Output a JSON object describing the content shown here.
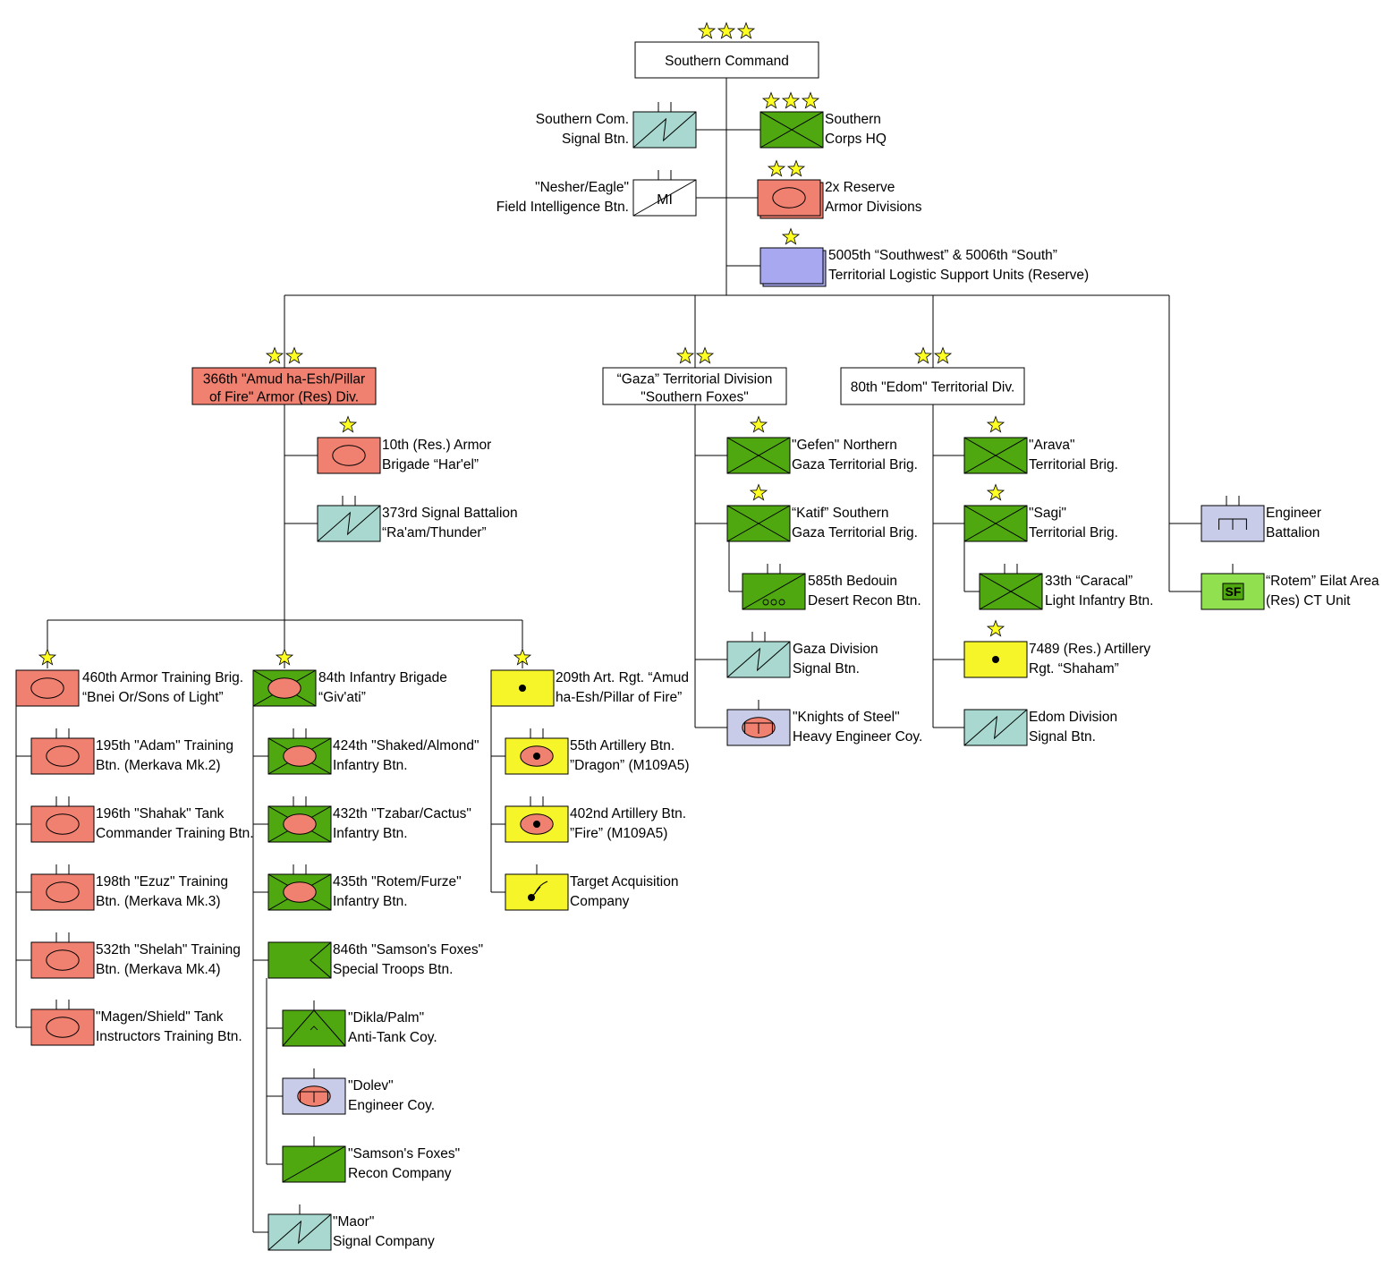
{
  "colors": {
    "armor": "#f08070",
    "infantry": "#4fa80f",
    "signal": "#a8d8cf",
    "artillery": "#f5f52a",
    "logistics": "#a8a8f0",
    "engineer": "#c8cce8",
    "special_forces": "#90e050",
    "star": "#ffff22",
    "line": "#000000"
  },
  "command": {
    "title": "Southern Command",
    "stars": 3
  },
  "hq_units": {
    "signal": {
      "line1": "Southern Com.",
      "line2": "Signal Btn."
    },
    "corps": {
      "line1": "Southern",
      "line2": "Corps HQ",
      "stars": 3
    },
    "intel": {
      "line1": "\"Nesher/Eagle\"",
      "line2": "Field Intelligence Btn.",
      "symbol": "MI"
    },
    "reserve": {
      "line1": "2x Reserve",
      "line2": "Armor Divisions",
      "stars": 2
    },
    "logistics": {
      "line1": "5005th “Southwest” & 5006th “South”",
      "line2": "Territorial Logistic Support Units (Reserve)",
      "stars": 1
    }
  },
  "div366": {
    "line1": "366th \"Amud ha-Esh/Pillar",
    "line2": "of Fire\" Armor (Res) Div.",
    "stars": 2,
    "units": [
      {
        "line1": "10th (Res.) Armor",
        "line2": "Brigade “Har'el”"
      },
      {
        "line1": "373rd Signal Battalion",
        "line2": "“Ra'am/Thunder”"
      }
    ],
    "brig460": {
      "line1": "460th Armor Training Brig.",
      "line2": "“Bnei Or/Sons of Light”",
      "units": [
        {
          "line1": "195th \"Adam\" Training",
          "line2": "Btn. (Merkava Mk.2)"
        },
        {
          "line1": "196th \"Shahak\" Tank",
          "line2": "Commander Training Btn."
        },
        {
          "line1": "198th \"Ezuz\" Training",
          "line2": "Btn. (Merkava Mk.3)"
        },
        {
          "line1": "532th \"Shelah\" Training",
          "line2": "Btn. (Merkava Mk.4)"
        },
        {
          "line1": "\"Magen/Shield\" Tank",
          "line2": "Instructors Training Btn."
        }
      ]
    },
    "brig84": {
      "line1": "84th Infantry Brigade",
      "line2": "“Giv'ati”",
      "units": [
        {
          "line1": "424th \"Shaked/Almond\"",
          "line2": "Infantry Btn."
        },
        {
          "line1": "432th \"Tzabar/Cactus\"",
          "line2": "Infantry Btn."
        },
        {
          "line1": "435th \"Rotem/Furze\"",
          "line2": "Infantry Btn."
        },
        {
          "line1": "846th \"Samson's Foxes\"",
          "line2": "Special Troops Btn."
        }
      ],
      "subunits": [
        {
          "line1": "\"Dikla/Palm\"",
          "line2": "Anti-Tank Coy."
        },
        {
          "line1": "\"Dolev\"",
          "line2": "Engineer Coy."
        },
        {
          "line1": "\"Samson's Foxes\"",
          "line2": "Recon Company"
        }
      ],
      "signal": {
        "line1": "\"Maor\"",
        "line2": "Signal Company"
      }
    },
    "rgt209": {
      "line1": "209th Art. Rgt. “Amud",
      "line2": "ha-Esh/Pillar of Fire”",
      "units": [
        {
          "line1": "55th Artillery Btn.",
          "line2": "”Dragon” (M109A5)"
        },
        {
          "line1": "402nd Artillery Btn.",
          "line2": "”Fire” (M109A5)"
        },
        {
          "line1": "Target Acquisition",
          "line2": "Company"
        }
      ]
    }
  },
  "gaza": {
    "line1": "“Gaza” Territorial Division",
    "line2": "\"Southern Foxes\"",
    "stars": 2,
    "units": [
      {
        "line1": "\"Gefen\" Northern",
        "line2": "Gaza Territorial Brig."
      },
      {
        "line1": "“Katif” Southern",
        "line2": "Gaza Territorial Brig."
      },
      {
        "line1": "585th Bedouin",
        "line2": "Desert Recon Btn."
      },
      {
        "line1": "Gaza Division",
        "line2": "Signal Btn."
      },
      {
        "line1": "\"Knights of Steel\"",
        "line2": "Heavy Engineer Coy."
      }
    ]
  },
  "edom": {
    "title": "80th \"Edom\" Territorial Div.",
    "stars": 2,
    "units": [
      {
        "line1": "\"Arava\"",
        "line2": "Territorial Brig."
      },
      {
        "line1": "\"Sagi\"",
        "line2": "Territorial Brig."
      },
      {
        "line1": "33th “Caracal”",
        "line2": "Light Infantry Btn."
      },
      {
        "line1": "7489 (Res.) Artillery",
        "line2": "Rgt. “Shaham”"
      },
      {
        "line1": "Edom Division",
        "line2": "Signal Btn."
      }
    ]
  },
  "direct": {
    "engineer": {
      "line1": "Engineer",
      "line2": "Battalion"
    },
    "rotem": {
      "line1": "“Rotem” Eilat Area",
      "line2": "(Res) CT Unit",
      "symbol": "SF"
    }
  }
}
